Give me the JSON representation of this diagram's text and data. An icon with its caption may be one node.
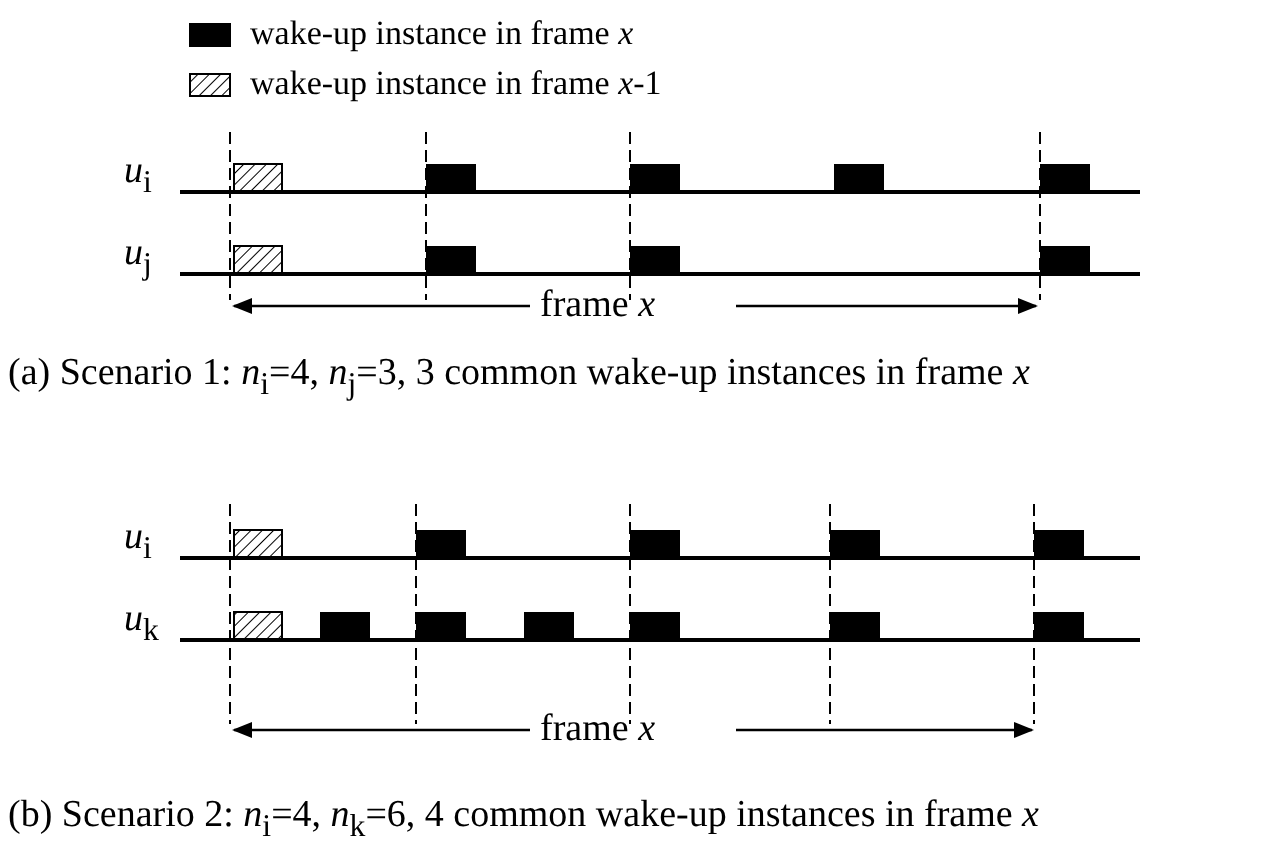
{
  "diagram": {
    "labels": [
      "*u*$_{i}$",
      "*u*$_{j}$",
      "frame *x*",
      "(a) Scenario 1: *n*$_{i}$=4, *n*$_{j}$=3, 3 common wake-up instances in frame *x*",
      "*u*$_{i}$",
      "*u*$_{k}$",
      "frame *x*",
      "(b) Scenario 2: *n*$_{i}$=4, *n*$_{k}$=6, 4 common wake-up instances in frame *x*"
    ],
    "legend": [
      {
        "text": "wake-up instance in frame *x*",
        "color": "#000000"
      },
      {
        "text": "wake-up instance in frame *x*-1"
      }
    ]
  }
}
